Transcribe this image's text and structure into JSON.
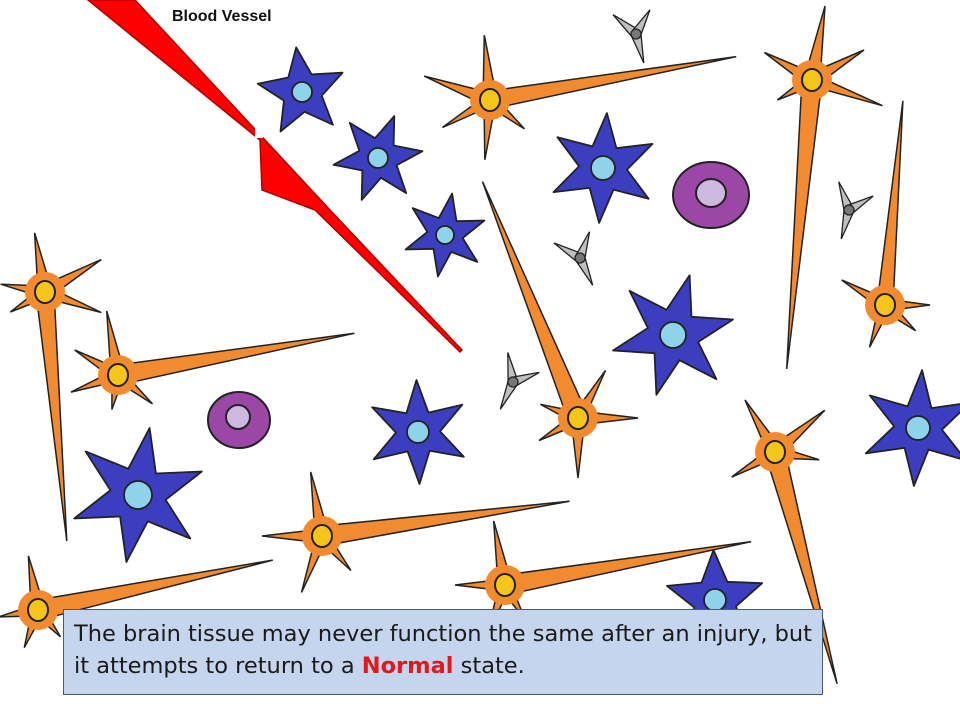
{
  "labels": {
    "blood_vessel": "Blood Vessel"
  },
  "caption": {
    "text_before": "The brain tissue may never function the same after an injury, but it attempts to return to a ",
    "highlight": "Normal",
    "text_after": " state."
  },
  "colors": {
    "blood_vessel": "#ff0000",
    "neuron": "#f28a30",
    "neuron_nucleus": "#f6c51b",
    "astrocyte": "#3b3fbf",
    "astrocyte_nucleus": "#8fd3ea",
    "immune_cell": "#9b47a6",
    "immune_nucleus": "#cdb8e0",
    "microglia": "#bfbfbf",
    "caption_bg": "#c5d5ee",
    "caption_highlight": "#e01a1a"
  }
}
